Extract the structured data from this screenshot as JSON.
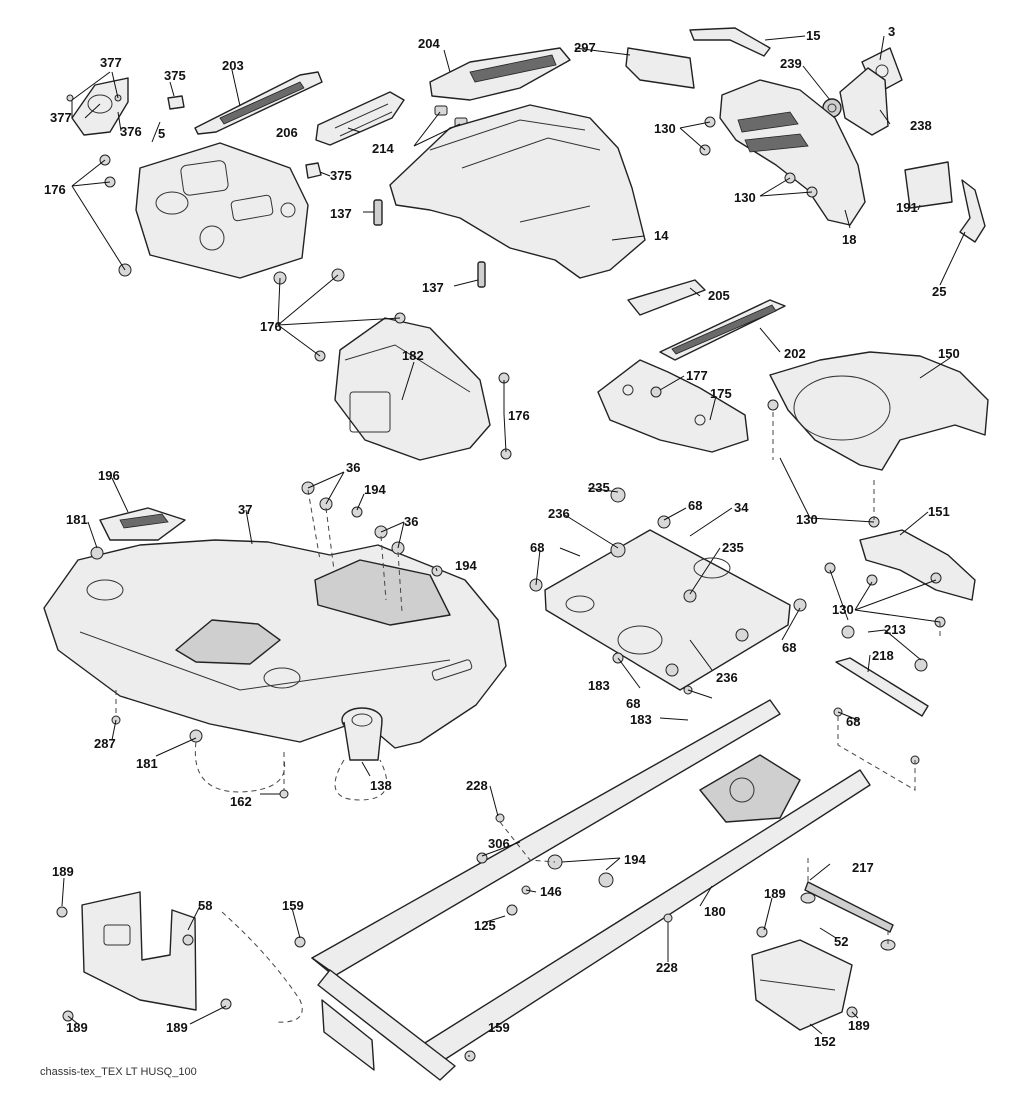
{
  "caption": "chassis-tex_TEX LT HUSQ_100",
  "callouts": [
    {
      "text": "377"
    },
    {
      "text": "375"
    },
    {
      "text": "203"
    },
    {
      "text": "204"
    },
    {
      "text": "297"
    },
    {
      "text": "15"
    },
    {
      "text": "3"
    },
    {
      "text": "239"
    },
    {
      "text": "377"
    },
    {
      "text": "376"
    },
    {
      "text": "5"
    },
    {
      "text": "206"
    },
    {
      "text": "214"
    },
    {
      "text": "130"
    },
    {
      "text": "238"
    },
    {
      "text": "176"
    },
    {
      "text": "375"
    },
    {
      "text": "130"
    },
    {
      "text": "137"
    },
    {
      "text": "14"
    },
    {
      "text": "191"
    },
    {
      "text": "18"
    },
    {
      "text": "25"
    },
    {
      "text": "137"
    },
    {
      "text": "205"
    },
    {
      "text": "176"
    },
    {
      "text": "202"
    },
    {
      "text": "182"
    },
    {
      "text": "150"
    },
    {
      "text": "177"
    },
    {
      "text": "175"
    },
    {
      "text": "176"
    },
    {
      "text": "36"
    },
    {
      "text": "196"
    },
    {
      "text": "194"
    },
    {
      "text": "235"
    },
    {
      "text": "181"
    },
    {
      "text": "37"
    },
    {
      "text": "36"
    },
    {
      "text": "236"
    },
    {
      "text": "68"
    },
    {
      "text": "34"
    },
    {
      "text": "130"
    },
    {
      "text": "151"
    },
    {
      "text": "194"
    },
    {
      "text": "68"
    },
    {
      "text": "235"
    },
    {
      "text": "130"
    },
    {
      "text": "68"
    },
    {
      "text": "213"
    },
    {
      "text": "218"
    },
    {
      "text": "183"
    },
    {
      "text": "236"
    },
    {
      "text": "68"
    },
    {
      "text": "183"
    },
    {
      "text": "287"
    },
    {
      "text": "68"
    },
    {
      "text": "181"
    },
    {
      "text": "138"
    },
    {
      "text": "162"
    },
    {
      "text": "228"
    },
    {
      "text": "306"
    },
    {
      "text": "194"
    },
    {
      "text": "189"
    },
    {
      "text": "217"
    },
    {
      "text": "58"
    },
    {
      "text": "146"
    },
    {
      "text": "180"
    },
    {
      "text": "159"
    },
    {
      "text": "125"
    },
    {
      "text": "189"
    },
    {
      "text": "228"
    },
    {
      "text": "52"
    },
    {
      "text": "189"
    },
    {
      "text": "189"
    },
    {
      "text": "159"
    },
    {
      "text": "189"
    },
    {
      "text": "152"
    }
  ]
}
